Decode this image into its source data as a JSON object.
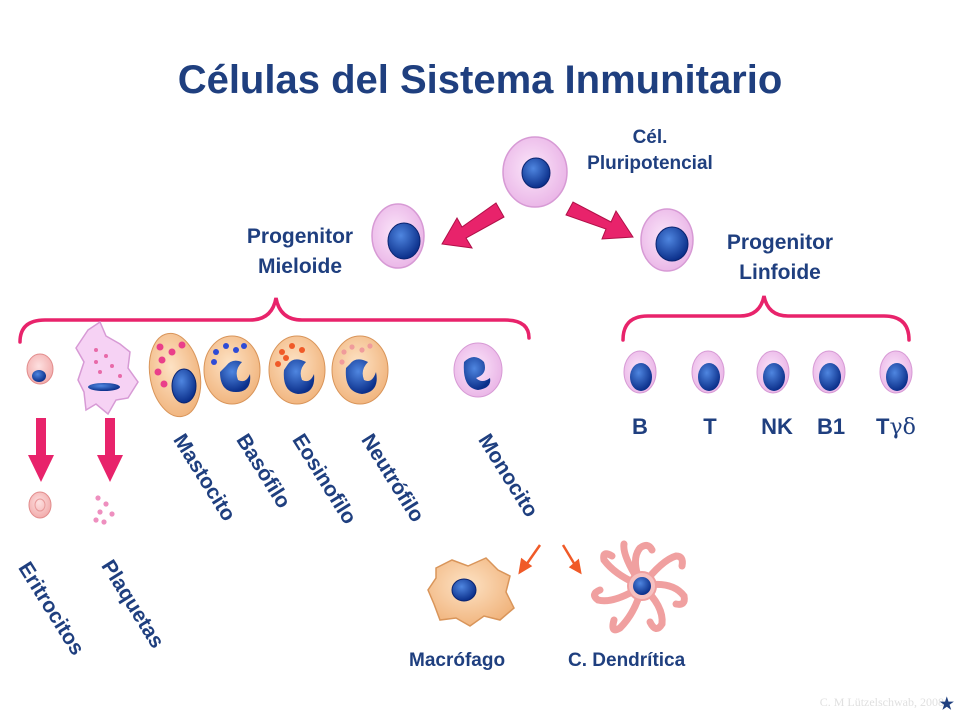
{
  "title": "Células del Sistema Inmunitario",
  "pluripotent": {
    "line1": "Cél.",
    "line2": "Pluripotencial"
  },
  "myeloid": {
    "line1": "Progenitor",
    "line2": "Mieloide"
  },
  "lymphoid": {
    "line1": "Progenitor",
    "line2": "Linfoide"
  },
  "myeloid_cells": [
    "Mastocito",
    "Basófilo",
    "Eosinofilo",
    "Neutrófilo",
    "Monocito"
  ],
  "products": [
    "Eritrocitos",
    "Plaquetas"
  ],
  "lymphoid_cells": [
    "B",
    "T",
    "NK",
    "B1"
  ],
  "tgd": {
    "base": "T",
    "greek": "γδ"
  },
  "monocyte_derived": [
    "Macrófago",
    "C. Dendrítica"
  ],
  "credit": "C. M Lützelschwab, 2008",
  "colors": {
    "text": "#1f3f7f",
    "arrow": "#e8236b",
    "cell_membrane": "#f2c8f0",
    "nucleus": "#1e4fb0",
    "granulocyte": "#f6c89a",
    "bracket": "#e8236b"
  }
}
